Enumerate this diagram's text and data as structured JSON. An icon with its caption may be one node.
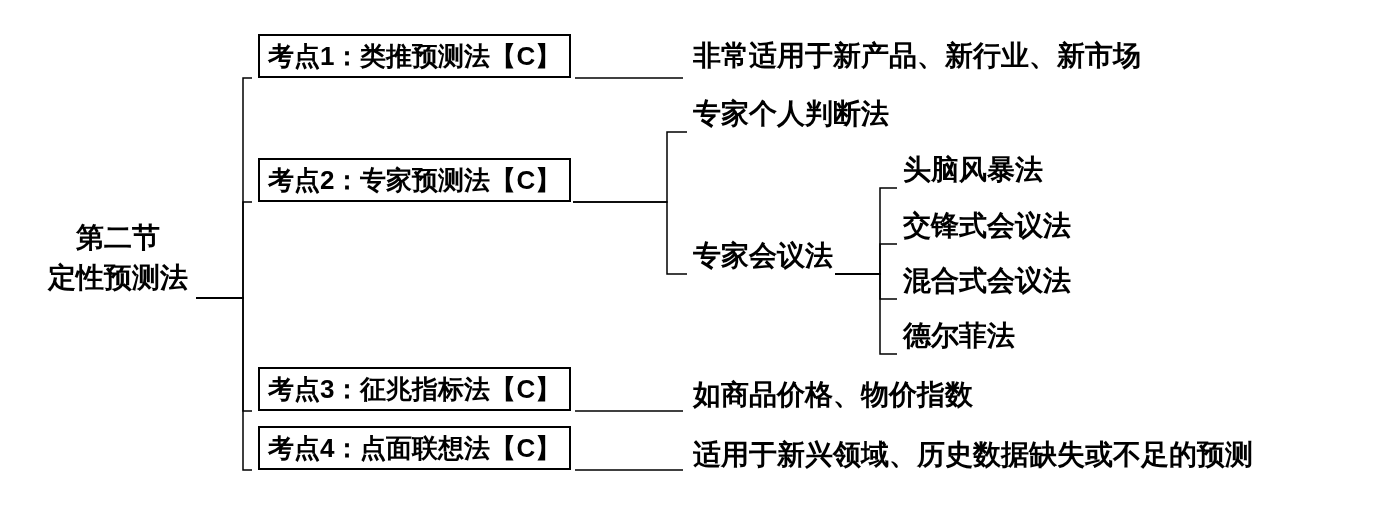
{
  "diagram": {
    "nodes": [
      {
        "text": [
          "第二节",
          "定性预测法"
        ]
      },
      {
        "text": [
          "考点1：类推预测法【C】"
        ]
      },
      {
        "text": [
          "非常适用于新产品、新行业、新市场"
        ]
      },
      {
        "text": [
          "考点2：专家预测法【C】"
        ]
      },
      {
        "text": [
          "专家个人判断法"
        ]
      },
      {
        "text": [
          "专家会议法"
        ]
      },
      {
        "text": [
          "头脑风暴法"
        ]
      },
      {
        "text": [
          "交锋式会议法"
        ]
      },
      {
        "text": [
          "混合式会议法"
        ]
      },
      {
        "text": [
          "德尔菲法"
        ]
      },
      {
        "text": [
          "考点3：征兆指标法【C】"
        ]
      },
      {
        "text": [
          "如商品价格、物价指数"
        ]
      },
      {
        "text": [
          "考点4：点面联想法【C】"
        ]
      },
      {
        "text": [
          "适用于新兴领域、历史数据缺失或不足的预测"
        ]
      }
    ],
    "edges": [
      {
        "from": 0,
        "to": 1,
        "arrow": "none"
      },
      {
        "from": 0,
        "to": 3,
        "arrow": "none"
      },
      {
        "from": 0,
        "to": 10,
        "arrow": "none"
      },
      {
        "from": 0,
        "to": 12,
        "arrow": "none"
      },
      {
        "from": 1,
        "to": 2,
        "arrow": "none"
      },
      {
        "from": 3,
        "to": 4,
        "arrow": "none"
      },
      {
        "from": 3,
        "to": 5,
        "arrow": "none"
      },
      {
        "from": 5,
        "to": 6,
        "arrow": "none"
      },
      {
        "from": 5,
        "to": 7,
        "arrow": "none"
      },
      {
        "from": 5,
        "to": 8,
        "arrow": "none"
      },
      {
        "from": 5,
        "to": 9,
        "arrow": "none"
      },
      {
        "from": 10,
        "to": 11,
        "arrow": "none"
      },
      {
        "from": 12,
        "to": 13,
        "arrow": "none"
      }
    ]
  }
}
